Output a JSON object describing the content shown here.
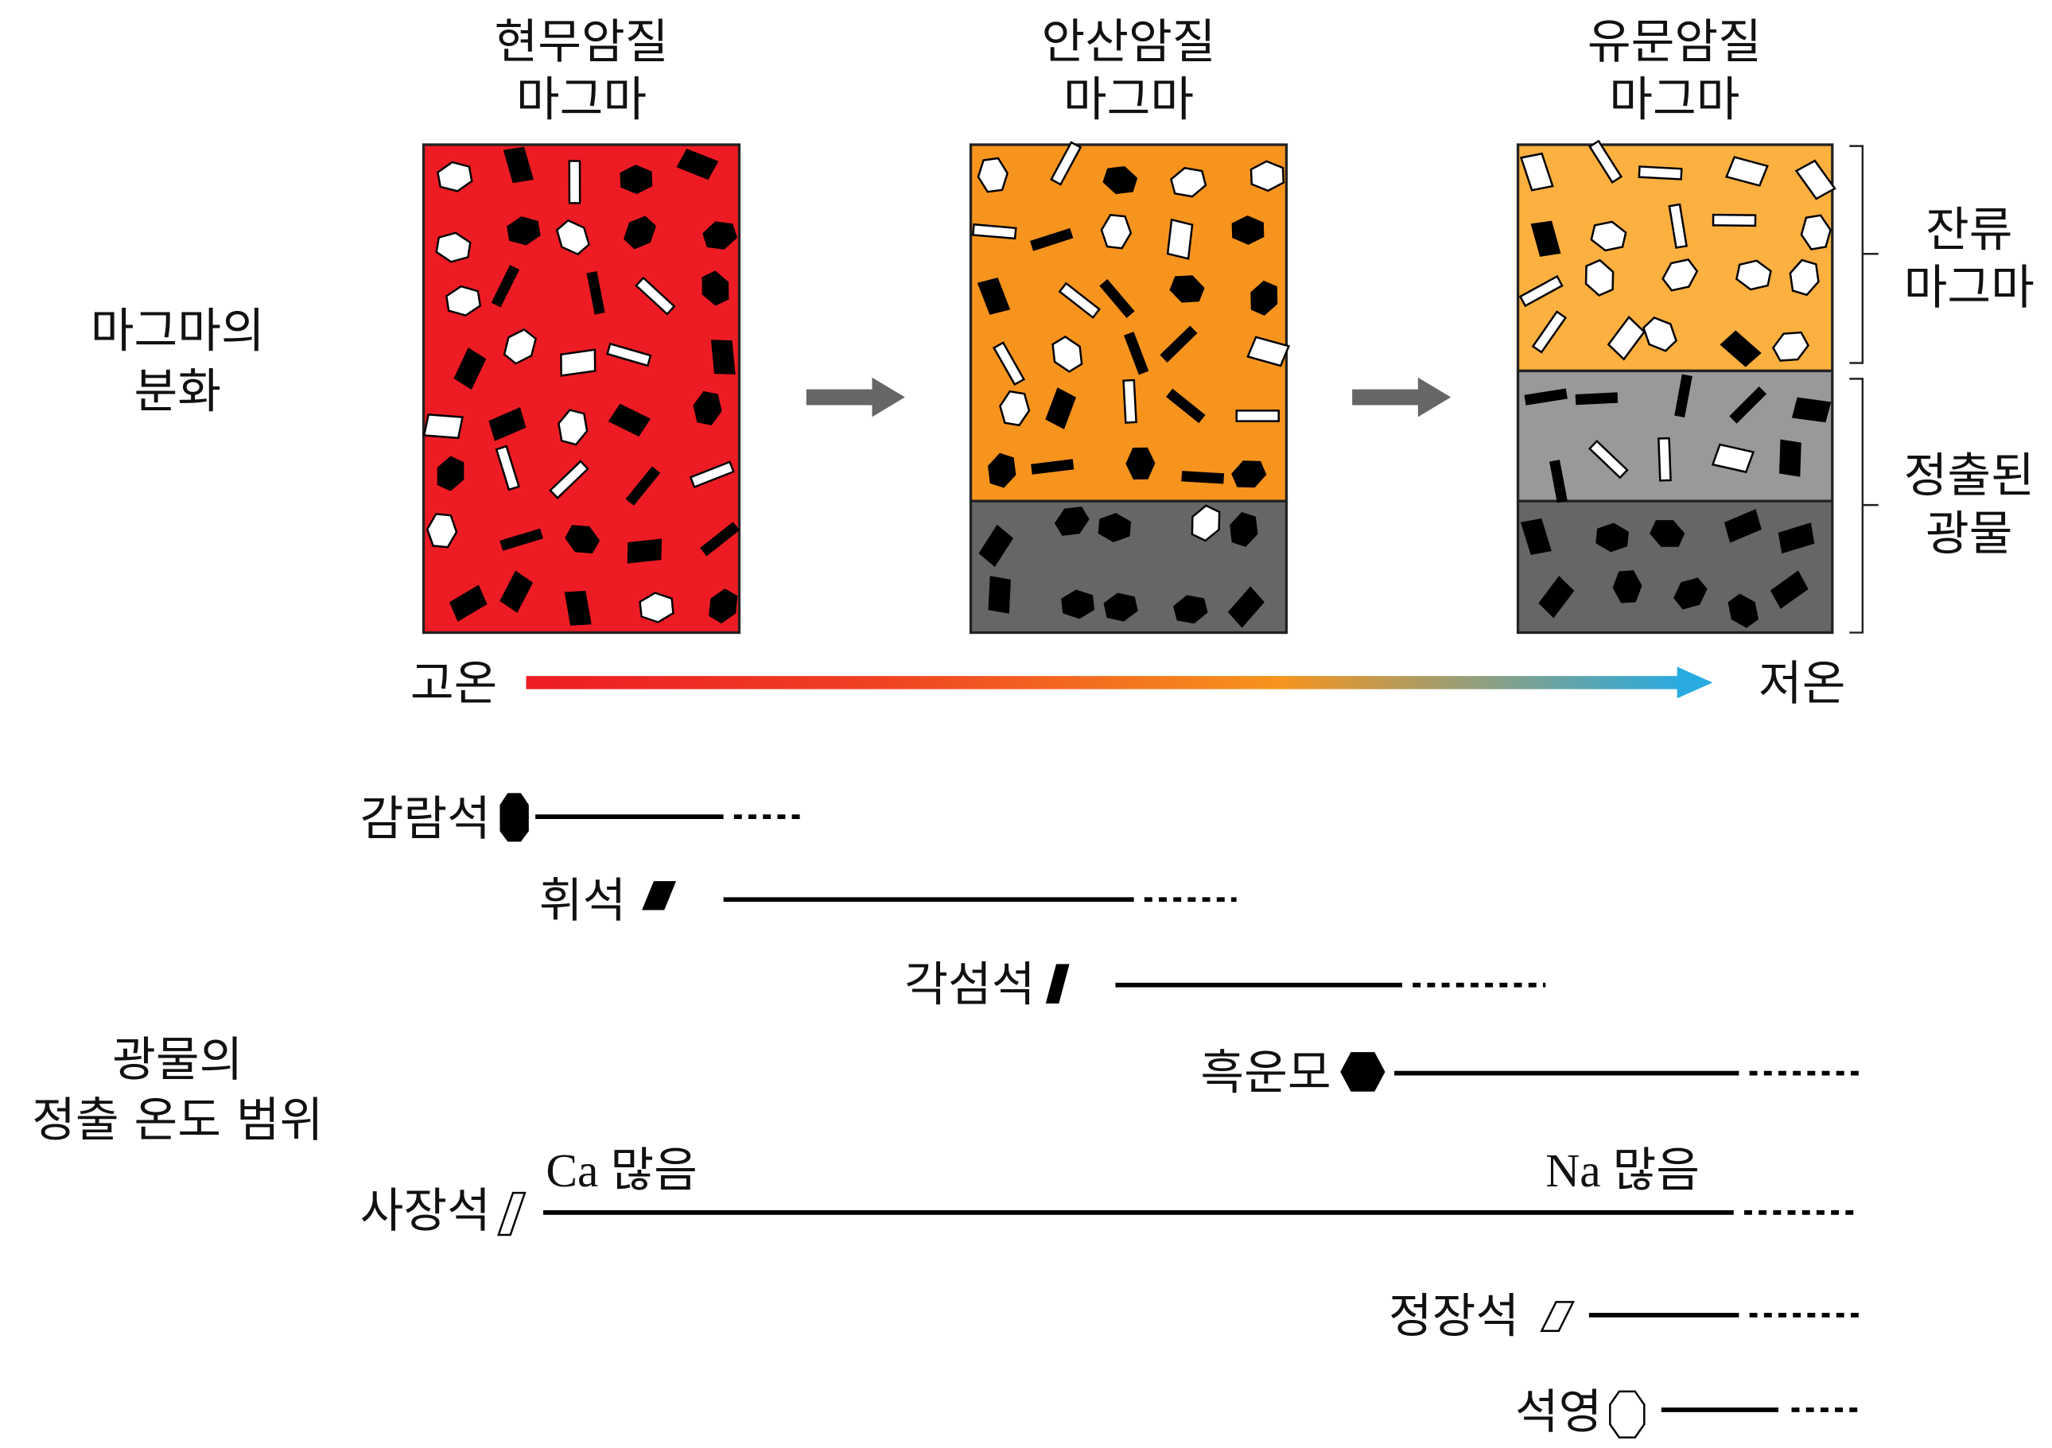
{
  "magmas": [
    {
      "line1": "현무암질",
      "line2": "마그마",
      "color": "#ed1c24"
    },
    {
      "line1": "안산암질",
      "line2": "마그마",
      "color": "#f7941d"
    },
    {
      "line1": "유문암질",
      "line2": "마그마",
      "color": "#fbb040"
    }
  ],
  "left_labels": {
    "differentiation": [
      "마그마의",
      "분화"
    ],
    "crystallization_range": [
      "광물의",
      "정출 온도 범위"
    ]
  },
  "right_labels": {
    "residual": [
      "잔류",
      "마그마"
    ],
    "crystallized": [
      "정출된",
      "광물"
    ]
  },
  "temperature": {
    "high": "고온",
    "low": "저온",
    "high_color": "#ed1c24",
    "low_color": "#29abe2"
  },
  "minerals": [
    {
      "name": "감람석",
      "icon": "black-hexagon"
    },
    {
      "name": "휘석",
      "icon": "black-parallelogram"
    },
    {
      "name": "각섬석",
      "icon": "black-prism"
    },
    {
      "name": "흑운모",
      "icon": "black-hexagon"
    },
    {
      "name": "사장석",
      "icon": "white-parallelogram",
      "ca_label": "Ca 많음",
      "na_label": "Na 많음"
    },
    {
      "name": "정장석",
      "icon": "white-parallelogram"
    },
    {
      "name": "석영",
      "icon": "white-hexagon"
    }
  ]
}
